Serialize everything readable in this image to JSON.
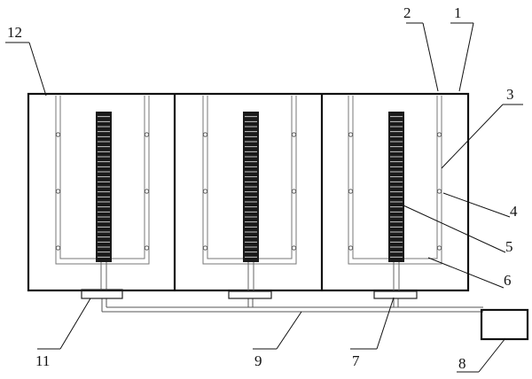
{
  "labels": {
    "l1": "1",
    "l2": "2",
    "l3": "3",
    "l4": "4",
    "l5": "5",
    "l6": "6",
    "l7": "7",
    "l8": "8",
    "l9": "9",
    "l11": "11",
    "l12": "12"
  },
  "chamber_count": 3,
  "rod_segments": 30,
  "colors": {
    "line": "#111111",
    "rod": "#1a1a1a",
    "pipe": "#777777"
  }
}
